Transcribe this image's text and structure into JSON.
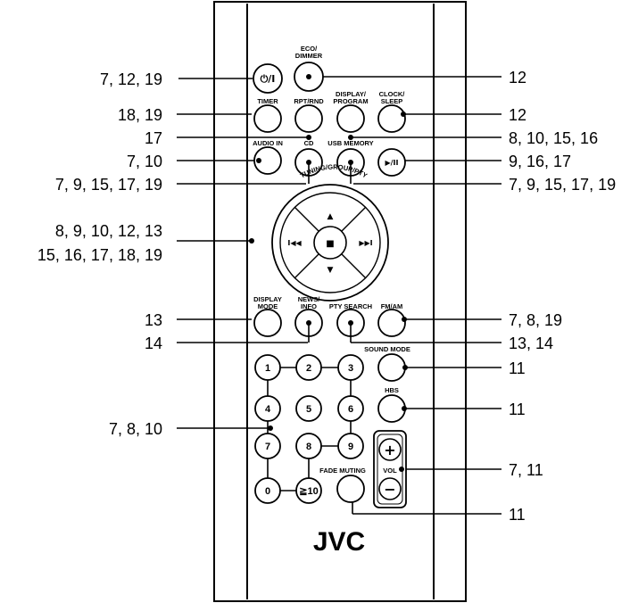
{
  "remote": {
    "brand": "JVC",
    "buttons": {
      "power": {
        "symbol": "⏻/I"
      },
      "eco_dimmer": {
        "label_line1": "ECO/",
        "label_line2": "DIMMER"
      },
      "timer": {
        "label": "TIMER"
      },
      "rpt_rnd": {
        "label": "RPT/RND"
      },
      "display_program": {
        "label_line1": "DISPLAY/",
        "label_line2": "PROGRAM"
      },
      "clock_sleep": {
        "label_line1": "CLOCK/",
        "label_line2": "SLEEP"
      },
      "audio_in": {
        "label": "AUDIO IN"
      },
      "cd": {
        "label": "CD"
      },
      "usb_memory": {
        "label": "USB MEMORY"
      },
      "play_pause": {
        "symbol": "▶/II"
      },
      "tuning_group_pty": {
        "label": "TUNING/GROUP/PTY"
      },
      "up": {
        "symbol": "▲"
      },
      "down": {
        "symbol": "▼"
      },
      "prev": {
        "symbol": "I◀◀"
      },
      "next": {
        "symbol": "▶▶I"
      },
      "stop": {
        "symbol": "■"
      },
      "display_mode": {
        "label_line1": "DISPLAY",
        "label_line2": "MODE"
      },
      "news_info": {
        "label_line1": "NEWS/",
        "label_line2": "INFO"
      },
      "pty_search": {
        "label": "PTY SEARCH"
      },
      "fm_am": {
        "label": "FM/AM"
      },
      "sound_mode": {
        "label": "SOUND MODE"
      },
      "hbs": {
        "label": "HBS"
      },
      "fade_muting": {
        "label": "FADE MUTING"
      },
      "vol": {
        "label": "VOL",
        "plus": "+",
        "minus": "−"
      },
      "numbers": [
        "1",
        "2",
        "3",
        "4",
        "5",
        "6",
        "7",
        "8",
        "9",
        "0",
        "≧10"
      ]
    }
  },
  "page_refs": {
    "power": "7, 12, 19",
    "eco_dimmer": "12",
    "timer": "18, 19",
    "clock_sleep": "12",
    "rpt_rnd": "17",
    "display_program": "8, 10, 15, 16",
    "audio_in": "7, 10",
    "play_pause": "9, 16, 17",
    "cd": "7, 9, 15, 17, 19",
    "usb_memory": "7, 9, 15, 17, 19",
    "tuning_line1": "8, 9, 10, 12, 13",
    "tuning_line2": "15, 16, 17, 18, 19",
    "display_mode": "13",
    "fm_am": "7, 8, 19",
    "news_info": "14",
    "pty_search": "13, 14",
    "sound_mode": "11",
    "hbs": "11",
    "numbers": "7, 8, 10",
    "vol": "7, 11",
    "fade_muting": "11"
  }
}
